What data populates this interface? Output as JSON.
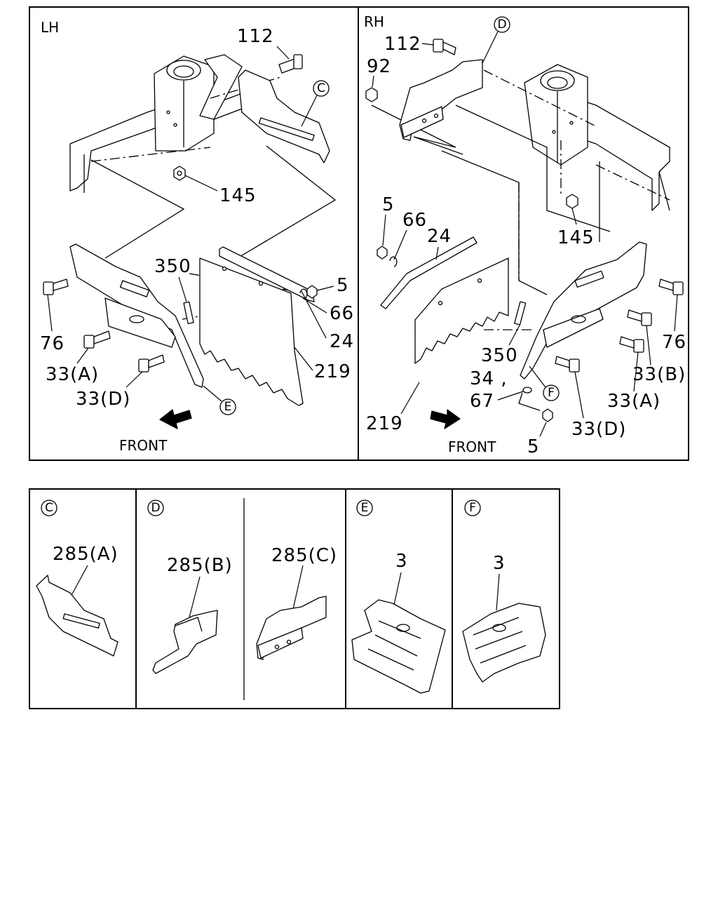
{
  "panels": {
    "lh": {
      "title": "LH"
    },
    "rh": {
      "title": "RH"
    }
  },
  "front_label": "FRONT",
  "lh_callouts": {
    "c112": "112",
    "c145": "145",
    "c350": "350",
    "c5": "5",
    "c66": "66",
    "c24": "24",
    "c219": "219",
    "c76": "76",
    "c33a": "33(A)",
    "c33d": "33(D)"
  },
  "rh_callouts": {
    "c112": "112",
    "c92": "92",
    "c145": "145",
    "c5top": "5",
    "c66": "66",
    "c24": "24",
    "c350": "350",
    "c76": "76",
    "c33b": "33(B)",
    "c33a": "33(A)",
    "c34": "34 ,",
    "c67": "67",
    "c33d": "33(D)",
    "c219": "219",
    "c5bot": "5"
  },
  "refs": {
    "C": "C",
    "D": "D",
    "E": "E",
    "F": "F"
  },
  "details": {
    "c": {
      "ref": "C",
      "part": "285(A)"
    },
    "d1": {
      "ref": "D",
      "part": "285(B)"
    },
    "d2": {
      "part": "285(C)"
    },
    "e": {
      "ref": "E",
      "part": "3"
    },
    "f": {
      "ref": "F",
      "part": "3"
    }
  }
}
